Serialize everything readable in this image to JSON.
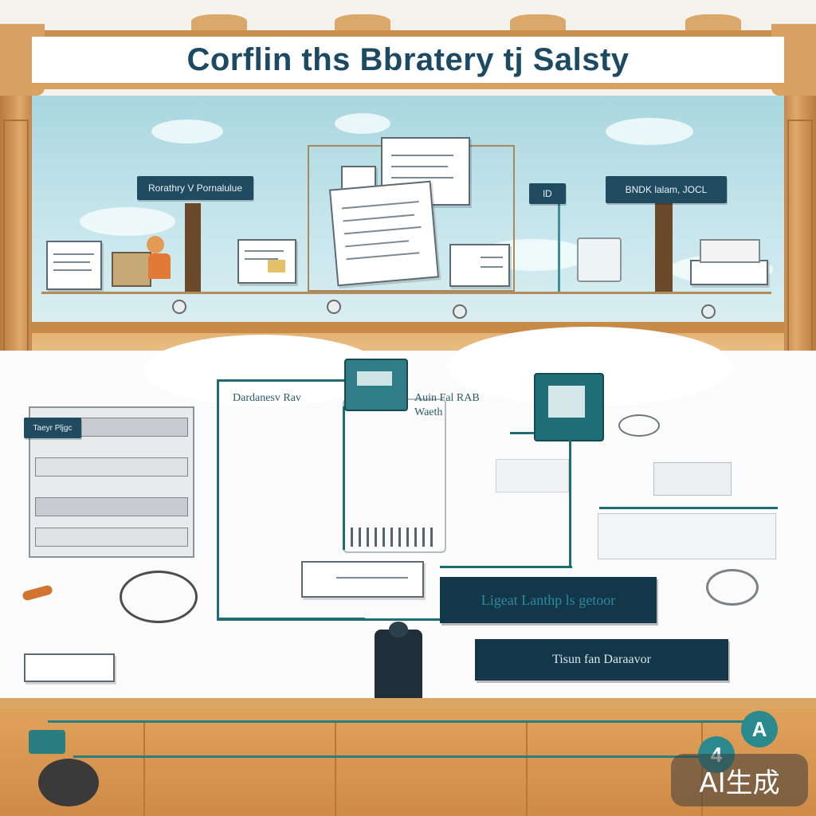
{
  "title": "Corflin ths Bbratery  tj Salsty",
  "sky_signs": {
    "left": "Rorathry V Pornalulue",
    "middle": "lD",
    "right": "BNDK lalam, JOCL"
  },
  "floor_labels": {
    "left_sign": "Taeyr Pljgc",
    "flow_top_left": "Dardanesv   Rav",
    "flow_top_mid": "Auin  Fal  RAB",
    "flow_top_mid_sub": "Waeth",
    "dark_box_1": "Ligeat Lanthp ls getoor",
    "dark_box_2": "Tisun  fan  Daraavor"
  },
  "badges": {
    "a": "A",
    "four": "4"
  },
  "watermark": "AI生成",
  "colors": {
    "title": "#1d4a63",
    "teal": "#1f6d74",
    "navy_box": "#143649",
    "wood": "#d9a664",
    "sky": "#a9d6df"
  }
}
